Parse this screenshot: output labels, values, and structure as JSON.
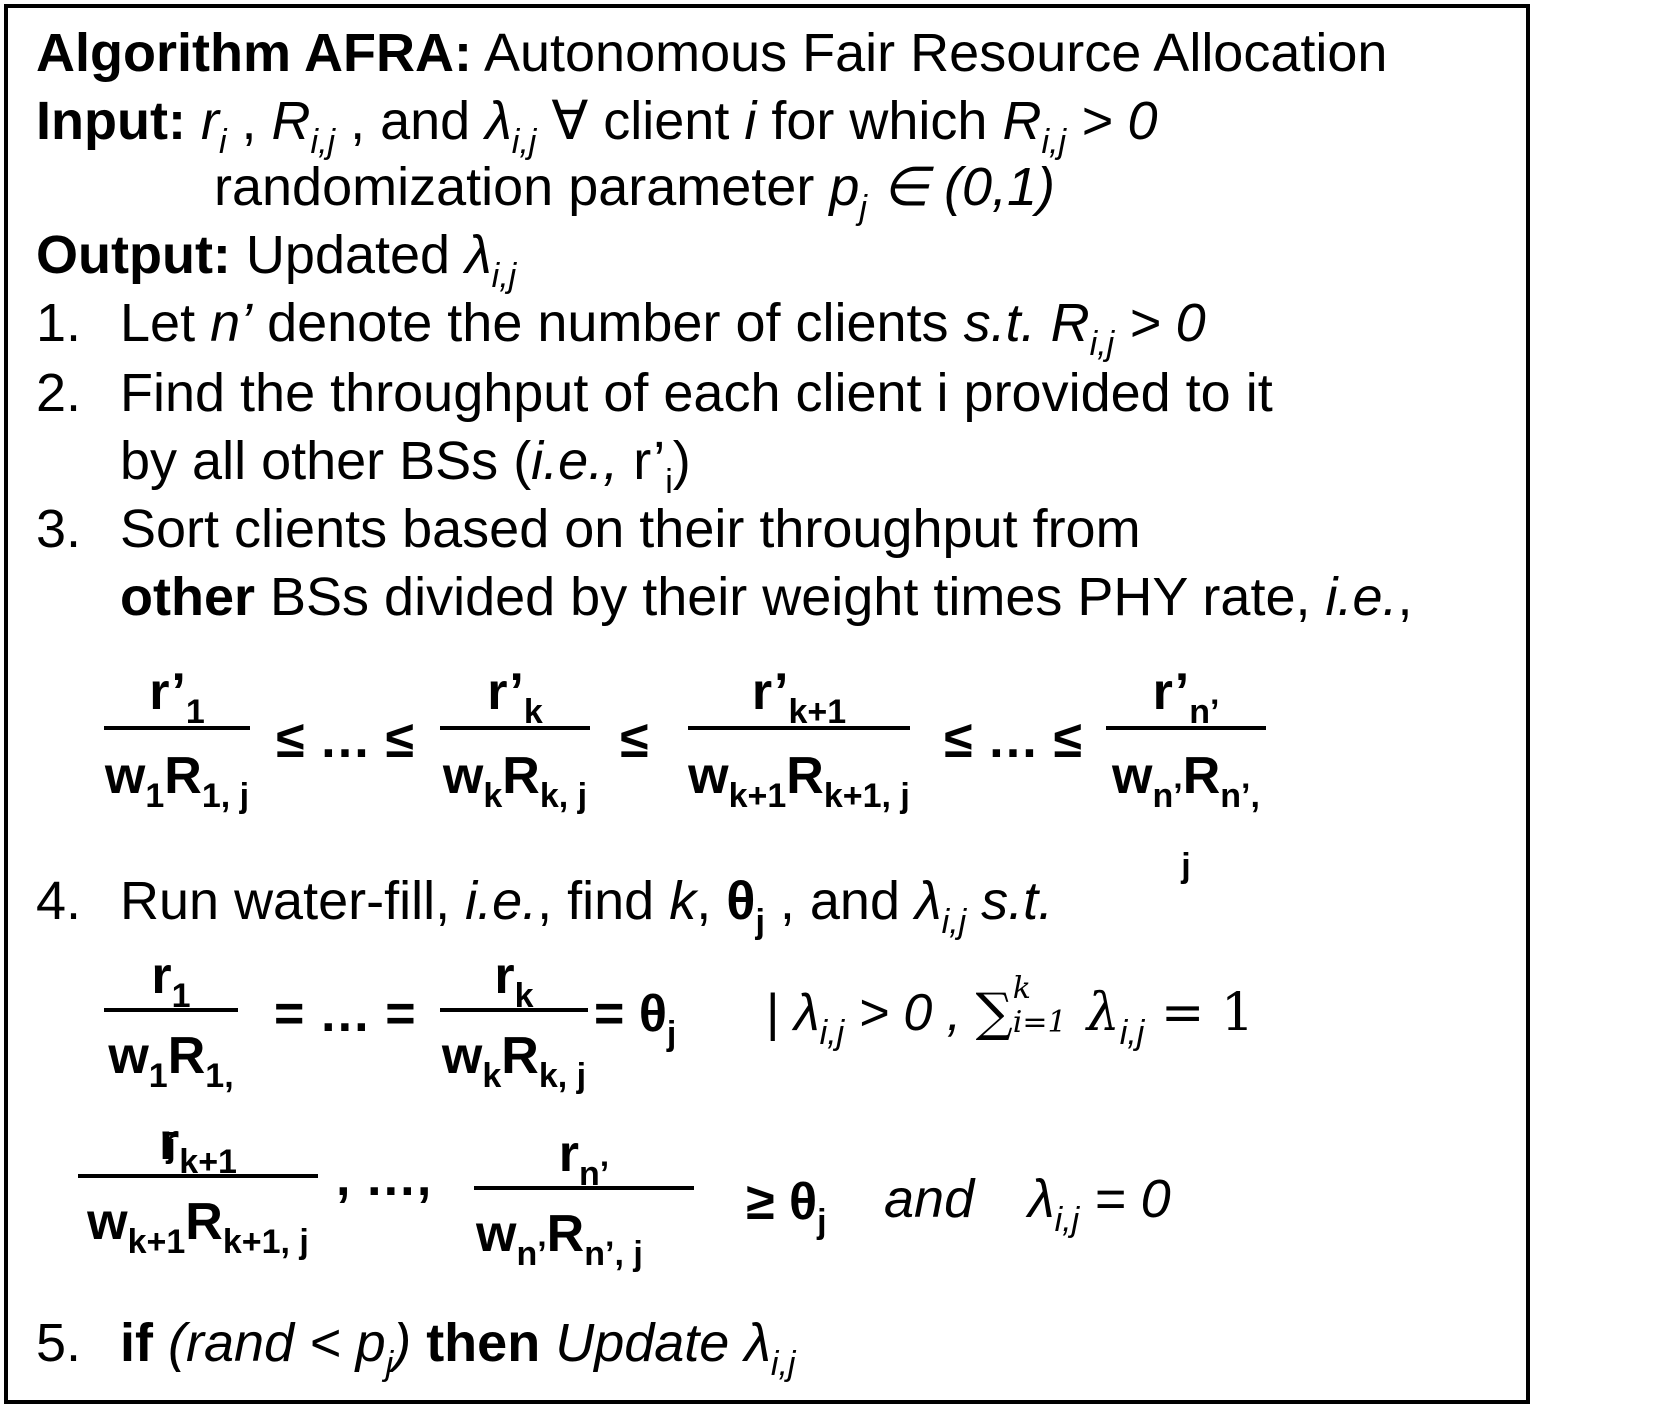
{
  "algorithm": {
    "title_bold": "Algorithm AFRA:",
    "title_rest": "Autonomous Fair Resource Allocation",
    "input_label": "Input:",
    "input_r": "r",
    "input_r_sub": "i",
    "input_comma1": " , ",
    "input_R": "R",
    "input_R_sub": "i,j",
    "input_comma2": " , and ",
    "input_lambda": "λ",
    "input_lambda_sub": "i,j",
    "input_forall": " ∀ client ",
    "input_i": "i",
    "input_for": "  for which ",
    "input_R2": "R",
    "input_R2_sub": "i,j",
    "input_gt": " > 0",
    "rand_text": "randomization  parameter ",
    "rand_p": "p",
    "rand_p_sub": "j",
    "rand_range": " ∈ (0,1)",
    "output_label": "Output:",
    "output_text": "Updated ",
    "output_lambda": "λ",
    "output_lambda_sub": "i,j"
  },
  "steps": {
    "s1_num": "1.",
    "s1_a": "Let ",
    "s1_n": "n’",
    "s1_b": " denote the number of clients ",
    "s1_st": "s.t. R",
    "s1_sub": "i,j",
    "s1_c": " > 0",
    "s2_num": "2.",
    "s2_line1": "Find the throughput of each client i provided to it",
    "s2_line2a": "by all other BSs (",
    "s2_ie": "i.e.,",
    "s2_line2b": " r’",
    "s2_sub": "i",
    "s2_line2c": ")",
    "s3_num": "3.",
    "s3_line1": "Sort clients based on their throughput from",
    "s3_other": "other",
    "s3_line2": " BSs divided by their weight times PHY rate, ",
    "s3_ie": "i.e.",
    "s3_comma": ",",
    "s4_num": "4.",
    "s4_a": "Run water-fill, ",
    "s4_ie": "i.e.",
    "s4_b": ", find ",
    "s4_k": "k",
    "s4_comma": ", ",
    "s4_theta": "θ",
    "s4_theta_sub": "j",
    "s4_c": "  , and ",
    "s4_lambda": "λ",
    "s4_lambda_sub": "i,j",
    "s4_st": " s.t.",
    "s5_num": "5.",
    "s5_if": "if",
    "s5_cond": " (rand < p",
    "s5_cond_sub": "j",
    "s5_cond_end": ") ",
    "s5_then": "then",
    "s5_update": " Update λ",
    "s5_update_sub": "i,j"
  },
  "eq1": {
    "f1_num": "r’",
    "f1_num_sub": "1",
    "f1_den": "w",
    "f1_den_sub": "1",
    "f1_den2": "R",
    "f1_den2_sub": "1, j",
    "op1": "≤ … ≤",
    "f2_num": "r’",
    "f2_num_sub": "k",
    "f2_den": "w",
    "f2_den_sub": "k",
    "f2_den2": "R",
    "f2_den2_sub": "k, j",
    "op2": "≤",
    "f3_num": "r’",
    "f3_num_sub": "k+1",
    "f3_den": "w",
    "f3_den_sub": "k+1",
    "f3_den2": "R",
    "f3_den2_sub": "k+1, j",
    "op3": "≤ … ≤",
    "f4_num": "r’",
    "f4_num_sub": "n’",
    "f4_den": "w",
    "f4_den_sub": "n’",
    "f4_den2": "R",
    "f4_den2_sub": "n’, j"
  },
  "eq2": {
    "f1_num": "r",
    "f1_num_sub": "1",
    "f1_den": "w",
    "f1_den_sub": "1",
    "f1_den2": "R",
    "f1_den2_sub": "1, j",
    "op1": "= … =",
    "f2_num": "r",
    "f2_num_sub": "k",
    "f2_den": "w",
    "f2_den_sub": "k",
    "f2_den2": "R",
    "f2_den2_sub": "k, j",
    "op2": "= θ",
    "op2_sub": "j",
    "bar": "|",
    "cond_lambda": "λ",
    "cond_lambda_sub": "i,j",
    "cond_gt": " > 0 , ",
    "sum": "∑",
    "sum_sup": "k",
    "sum_sub": "i=1",
    "sum_lambda": "λ",
    "sum_lambda_sub": "i,j",
    "sum_eq": " = 1"
  },
  "eq3": {
    "f1_num": "r",
    "f1_num_sub": "k+1",
    "f1_den": "w",
    "f1_den_sub": "k+1",
    "f1_den2": "R",
    "f1_den2_sub": "k+1, j",
    "op1": ", …,",
    "f2_num": "r",
    "f2_num_sub": "n’",
    "f2_den": "w",
    "f2_den_sub": "n’",
    "f2_den2": "R",
    "f2_den2_sub": "n’, j",
    "op2": "≥ θ",
    "op2_sub": "j",
    "and": "and",
    "lambda": "λ",
    "lambda_sub": "i,j",
    "eq0": " = 0"
  }
}
